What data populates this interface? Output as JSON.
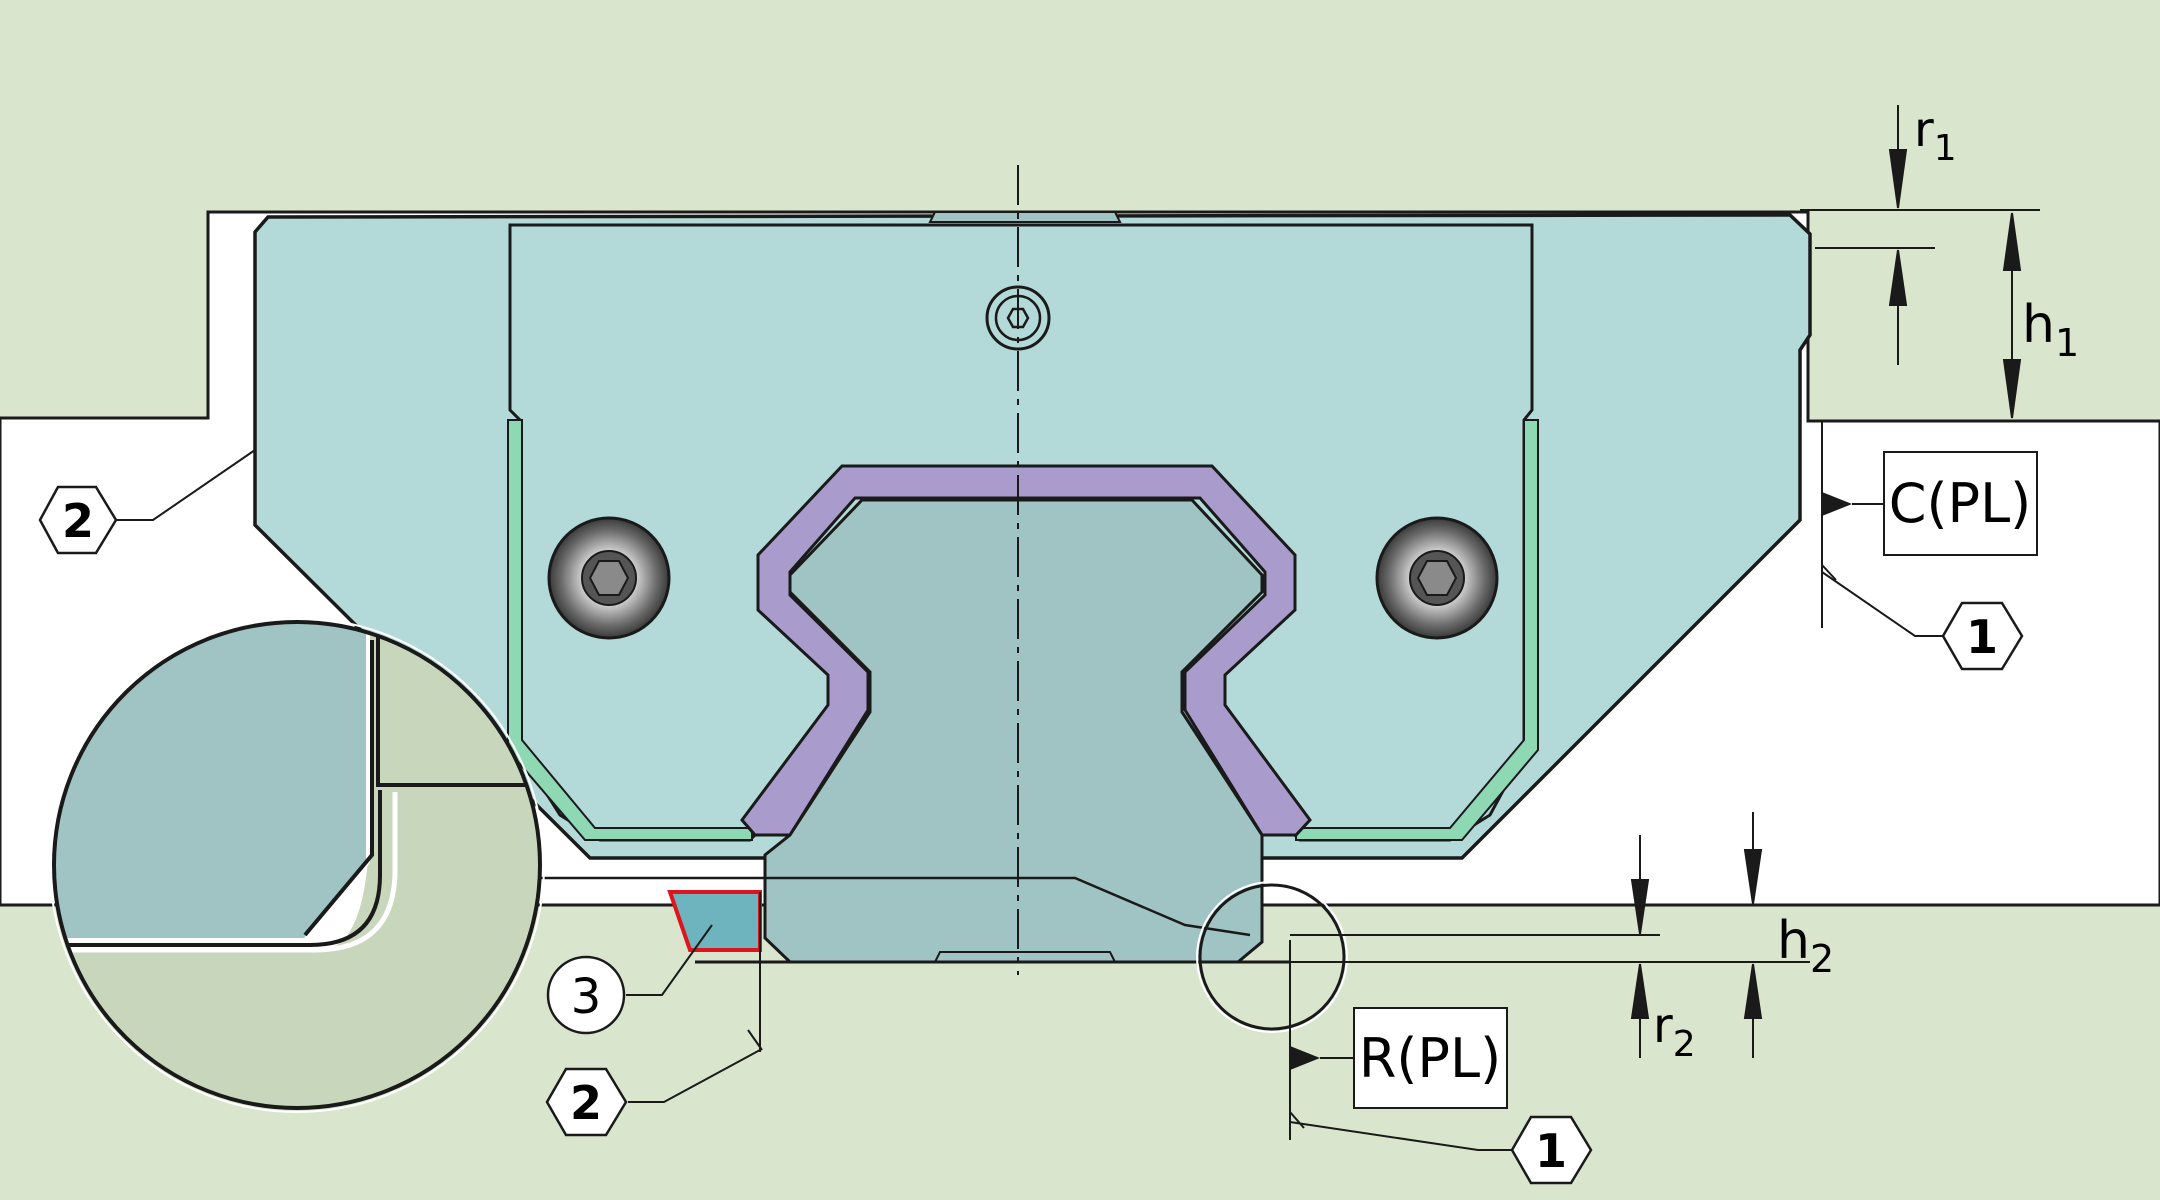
{
  "colors": {
    "background": "#d9e6cd",
    "clearance_white": "#ffffff",
    "carriage": "#b3dad9",
    "rail": "#9fc4c3",
    "end_seal": "#a99ccc",
    "seal_strip": "#8ed8b4",
    "shim": "#6db4bf",
    "shim_outline": "#e0141e",
    "detail_base": "#c8d7bc",
    "outline": "#1a1a1a"
  },
  "icons": {
    "screws": "hex-socket-screw-icon",
    "grease_nipple": "grease-nipple-icon",
    "callout_hexagon": "hexagon-callout-icon",
    "callout_circle": "circle-callout-icon",
    "weld_flag": "reference-triangle-icon"
  },
  "labels": {
    "r1_main": "r",
    "r1_sub": "1",
    "h1_main": "h",
    "h1_sub": "1",
    "h2_main": "h",
    "h2_sub": "2",
    "r2_main": "r",
    "r2_sub": "2",
    "c_pl": "C(PL)",
    "r_pl": "R(PL)"
  },
  "callouts": {
    "hex_left": "2",
    "hex_bottom": "2",
    "hex_right_upper": "1",
    "hex_right_lower": "1",
    "circle": "3"
  }
}
